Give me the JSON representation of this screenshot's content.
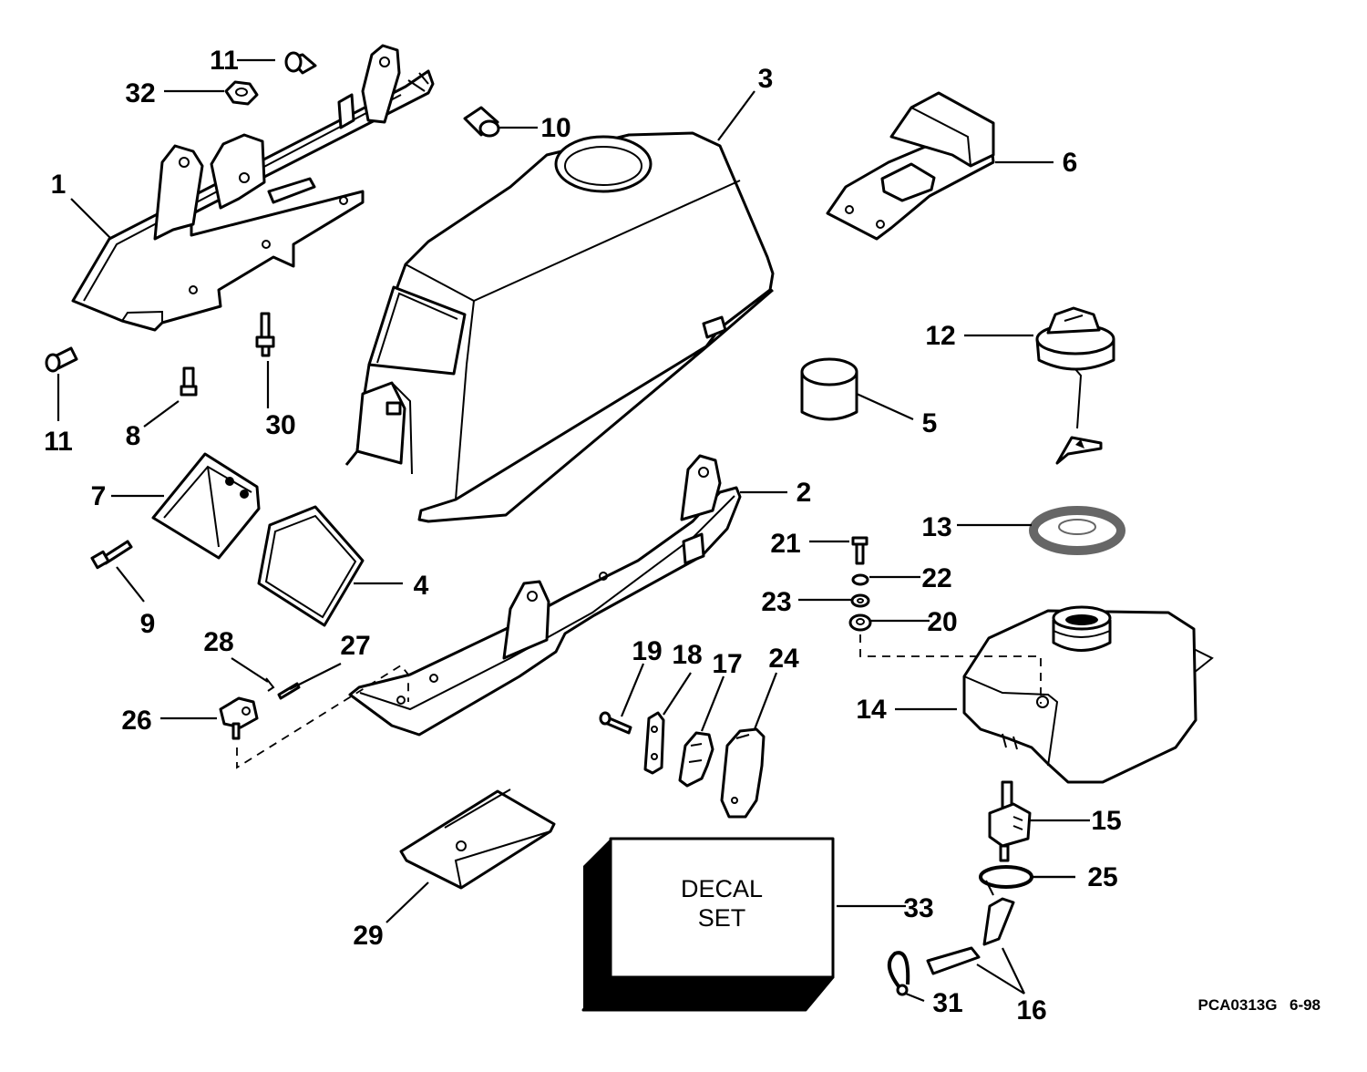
{
  "diagram": {
    "part_labels": [
      "1",
      "2",
      "3",
      "4",
      "5",
      "6",
      "7",
      "8",
      "9",
      "10",
      "11",
      "11",
      "12",
      "13",
      "14",
      "15",
      "16",
      "17",
      "18",
      "19",
      "20",
      "21",
      "22",
      "23",
      "24",
      "25",
      "26",
      "27",
      "28",
      "29",
      "30",
      "31",
      "32",
      "33"
    ],
    "decal_line1": "DECAL",
    "decal_line2": "SET",
    "drawing_ref": "PCA0313G",
    "drawing_date": "6-98"
  }
}
